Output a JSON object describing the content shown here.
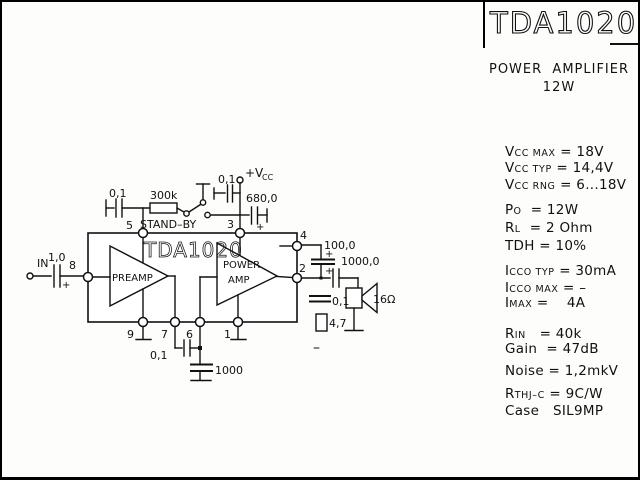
{
  "header": {
    "title": "TDA1020",
    "subtitle": "POWER  AMPLIFIER",
    "power": "12W"
  },
  "specs": [
    {
      "b": "V",
      "s": "CC MAX",
      "r": " = 18V"
    },
    {
      "b": "V",
      "s": "CC TYP",
      "r": " = 14,4V"
    },
    {
      "b": "V",
      "s": "CC RNG",
      "r": " = 6...18V"
    },
    {
      "b": "P",
      "s": "O",
      "r": "  = 12W"
    },
    {
      "b": "R",
      "s": "L",
      "r": "  = 2 Ohm"
    },
    {
      "b": "TDH",
      "s": "",
      "r": " = 10%"
    },
    {
      "b": "I",
      "s": "CCO TYP",
      "r": " = 30mA"
    },
    {
      "b": "I",
      "s": "CCO MAX",
      "r": " = –"
    },
    {
      "b": "I",
      "s": "MAX",
      "r": " =    4A"
    },
    {
      "b": "R",
      "s": "IN",
      "r": "   = 40k"
    },
    {
      "b": "Gain",
      "s": "",
      "r": "  = 47dB"
    },
    {
      "b": "Noise",
      "s": "",
      "r": " = 1,2mkV"
    },
    {
      "b": "R",
      "s": "THJ–C",
      "r": " = 9C/W"
    },
    {
      "b": "Case",
      "s": "",
      "r": "   SIL9MP"
    }
  ],
  "schematic": {
    "ic_name": "TDA1020",
    "preamp_label": "PREAMP",
    "power_label": "POWER",
    "amp_label": "AMP",
    "input_label": "IN",
    "standby_label": "STAND–BY",
    "vcc_label": "+V",
    "vcc_sub": "CC",
    "plus": "+",
    "minus": "–",
    "pins": {
      "p1": "1",
      "p2": "2",
      "p3": "3",
      "p4": "4",
      "p5": "5",
      "p6": "6",
      "p7": "7",
      "p8": "8",
      "p9": "9"
    },
    "values": {
      "input_cap": "1,0",
      "standby_cap": "0,1",
      "standby_res": "300k",
      "vcc_cap": "0,1",
      "filter_cap": "680,0",
      "boot_cap": "100,0",
      "out_cap": "1000,0",
      "speaker": "16Ω",
      "zobel_cap": "0,1",
      "zobel_res": "4,7",
      "fb_cap": "0,1",
      "decouple_cap": "1000"
    }
  },
  "colors": {
    "ink": "#111111",
    "paper": "#fdfdfb"
  }
}
